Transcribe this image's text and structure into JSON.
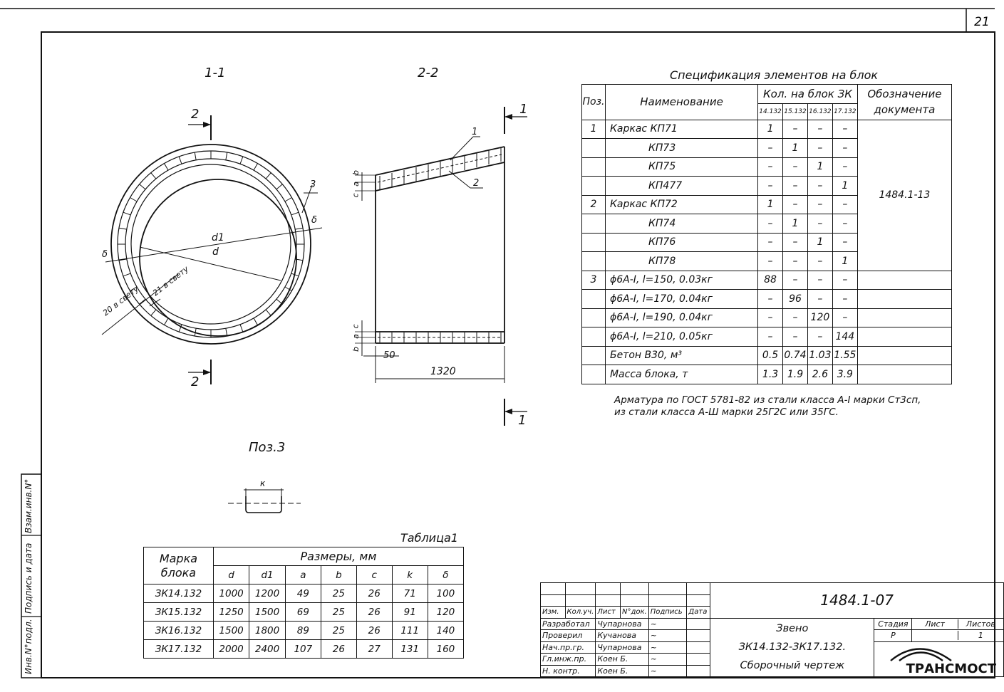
{
  "sheet_number": "21",
  "section_labels": {
    "s11": "1-1",
    "s22": "2-2",
    "pos3": "Поз.3"
  },
  "cut_markers": {
    "two": "2",
    "one": "1"
  },
  "drawing_labels": {
    "d1": "d1",
    "d": "d",
    "delta": "δ",
    "pos1": "1",
    "pos2": "2",
    "pos3": "3",
    "clear20": "20 в свету",
    "clear21": "21 в свету",
    "a": "a",
    "b": "b",
    "c": "c",
    "k": "к",
    "dim50": "50",
    "dim1320": "1320"
  },
  "spec": {
    "title": "Спецификация элементов на блок",
    "headers": {
      "pos": "Поз.",
      "name": "Наименование",
      "qty": "Кол. на блок ЗК",
      "doc": "Обозначение документа"
    },
    "subheaders": [
      "14.132",
      "15.132",
      "16.132",
      "17.132"
    ],
    "rows": [
      {
        "pos": "1",
        "name": "Каркас КП71",
        "q": [
          "1",
          "–",
          "–",
          "–"
        ]
      },
      {
        "pos": "",
        "name": "КП73",
        "q": [
          "–",
          "1",
          "–",
          "–"
        ]
      },
      {
        "pos": "",
        "name": "КП75",
        "q": [
          "–",
          "–",
          "1",
          "–"
        ]
      },
      {
        "pos": "",
        "name": "КП477",
        "q": [
          "–",
          "–",
          "–",
          "1"
        ]
      },
      {
        "pos": "2",
        "name": "Каркас КП72",
        "q": [
          "1",
          "–",
          "–",
          "–"
        ]
      },
      {
        "pos": "",
        "name": "КП74",
        "q": [
          "–",
          "1",
          "–",
          "–"
        ]
      },
      {
        "pos": "",
        "name": "КП76",
        "q": [
          "–",
          "–",
          "1",
          "–"
        ]
      },
      {
        "pos": "",
        "name": "КП78",
        "q": [
          "–",
          "–",
          "–",
          "1"
        ]
      },
      {
        "pos": "3",
        "name": "ϕ6А-I,  l=150,  0.03кг",
        "q": [
          "88",
          "–",
          "–",
          "–"
        ]
      },
      {
        "pos": "",
        "name": "ϕ6А-I,  l=170,  0.04кг",
        "q": [
          "–",
          "96",
          "–",
          "–"
        ]
      },
      {
        "pos": "",
        "name": "ϕ6А-I,  l=190,  0.04кг",
        "q": [
          "–",
          "–",
          "120",
          "–"
        ]
      },
      {
        "pos": "",
        "name": "ϕ6А-I,  l=210,  0.05кг",
        "q": [
          "–",
          "–",
          "–",
          "144"
        ]
      },
      {
        "pos": "",
        "name": "Бетон В30,  м³",
        "q": [
          "0.5",
          "0.74",
          "1.03",
          "1.55"
        ]
      },
      {
        "pos": "",
        "name": "Масса блока,  т",
        "q": [
          "1.3",
          "1.9",
          "2.6",
          "3.9"
        ]
      }
    ],
    "doc_ref": "1484.1-13"
  },
  "note": {
    "line1": "Арматура по ГОСТ 5781-82 из стали класса А-I марки Ст3сп,",
    "line2": "из стали класса А-Ш марки 25Г2С или 35ГС."
  },
  "table1": {
    "title": "Таблица1",
    "header_mark": "Марка блока",
    "header_sizes": "Размеры, мм",
    "columns": [
      "d",
      "d1",
      "a",
      "b",
      "c",
      "k",
      "δ"
    ],
    "rows": [
      {
        "mark": "ЗК14.132",
        "v": [
          "1000",
          "1200",
          "49",
          "25",
          "26",
          "71",
          "100"
        ]
      },
      {
        "mark": "ЗК15.132",
        "v": [
          "1250",
          "1500",
          "69",
          "25",
          "26",
          "91",
          "120"
        ]
      },
      {
        "mark": "ЗК16.132",
        "v": [
          "1500",
          "1800",
          "89",
          "25",
          "26",
          "111",
          "140"
        ]
      },
      {
        "mark": "ЗК17.132",
        "v": [
          "2000",
          "2400",
          "107",
          "26",
          "27",
          "131",
          "160"
        ]
      }
    ]
  },
  "side_strip": {
    "inv_orig": "Инв.N°подл.",
    "sign_date": "Подпись и дата",
    "replaced": "Взам.инв.N°"
  },
  "stamp": {
    "doc_code": "1484.1-07",
    "header_cells": [
      "Изм.",
      "Кол.уч.",
      "Лист",
      "N°док.",
      "Подпись",
      "Дата"
    ],
    "people": [
      {
        "role": "Разработал",
        "name": "Чупарнова"
      },
      {
        "role": "Проверил",
        "name": "Кучанова"
      },
      {
        "role": "Нач.пр.гр.",
        "name": "Чупарнова"
      },
      {
        "role": "Гл.инж.пр.",
        "name": "Коен Б."
      },
      {
        "role": "Н. контр.",
        "name": "Коен Б."
      }
    ],
    "title_line1": "Звено",
    "title_line2": "ЗК14.132-ЗК17.132.",
    "title_line3": "Сборочный чертеж",
    "stage_label": "Стадия",
    "sheet_label": "Лист",
    "sheets_label": "Листов",
    "stage": "Р",
    "sheet": "",
    "sheets": "1",
    "company": "ТРАНСМОСТ"
  }
}
